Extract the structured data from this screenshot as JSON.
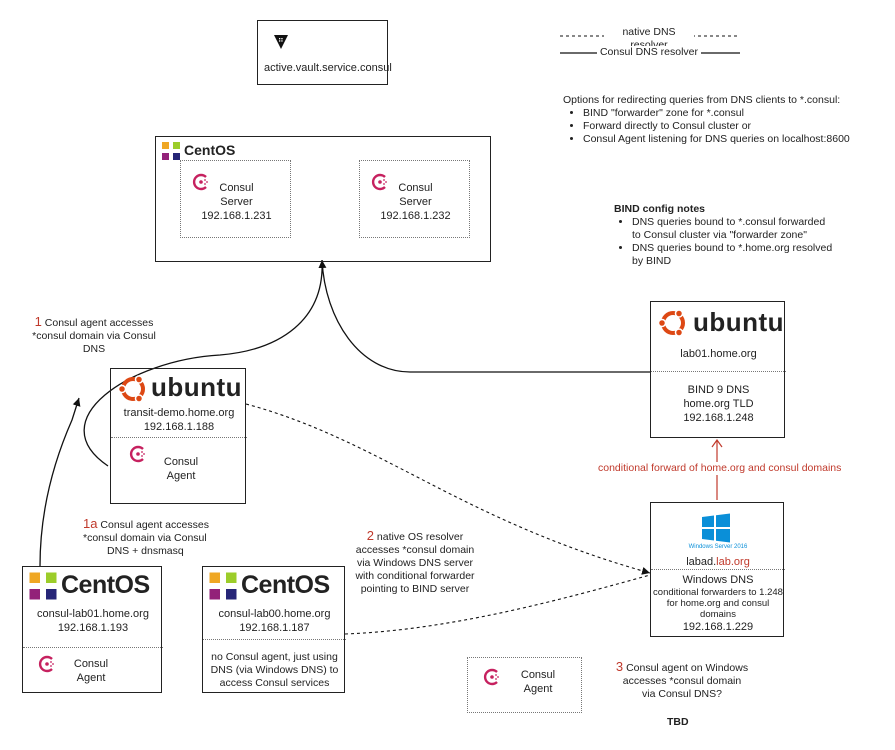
{
  "legend": {
    "native_label": "native DNS resolver",
    "consul_label": "Consul DNS resolver"
  },
  "vault": {
    "label": "active.vault.service.consul"
  },
  "options": {
    "title": "Options for redirecting queries from DNS clients to *.consul:",
    "items": [
      "BIND \"forwarder\" zone for *.consul",
      "Forward directly to Consul cluster or",
      "Consul Agent listening for DNS queries on localhost:8600"
    ]
  },
  "bind_notes": {
    "title": "BIND config notes",
    "items": [
      "DNS queries bound to *.consul forwarded to Consul cluster via \"forwarder zone\"",
      "DNS queries bound to *.home.org resolved by BIND"
    ]
  },
  "cluster": {
    "logo": "CentOS",
    "servers": [
      {
        "line1": "Consul",
        "line2": "Server",
        "ip": "192.168.1.231"
      },
      {
        "line1": "Consul",
        "line2": "Server",
        "ip": "192.168.1.232"
      }
    ]
  },
  "lab01": {
    "logo": "ubuntu",
    "host": "lab01.home.org",
    "svc1": "BIND 9 DNS",
    "svc2": "home.org TLD",
    "ip": "192.168.1.248"
  },
  "transit": {
    "logo": "ubuntu",
    "host": "transit-demo.home.org",
    "ip": "192.168.1.188",
    "agent1": "Consul",
    "agent2": "Agent"
  },
  "consul_lab01": {
    "logo": "CentOS",
    "host": "consul-lab01.home.org",
    "ip": "192.168.1.193",
    "agent1": "Consul",
    "agent2": "Agent"
  },
  "consul_lab00": {
    "logo": "CentOS",
    "host": "consul-lab00.home.org",
    "ip": "192.168.1.187",
    "desc1": "no Consul agent, just using",
    "desc2": "DNS (via Windows DNS) to",
    "desc3": "access Consul services"
  },
  "labad": {
    "winsub": "Windows Server 2016",
    "host_a": "labad.",
    "host_b": "lab.org",
    "svc": "Windows DNS",
    "desc1": "conditional forwarders to 1.248",
    "desc2": "for home.org and consul",
    "desc3": "domains",
    "ip": "192.168.1.229"
  },
  "win_agent": {
    "line1": "Consul",
    "line2": "Agent"
  },
  "notes": {
    "n1_num": "1",
    "n1_l1": "Consul agent accesses",
    "n1_l2": "*consul domain via Consul",
    "n1_l3": "DNS",
    "n1a_num": "1a",
    "n1a_l1": "Consul agent accesses",
    "n1a_l2": "*consul domain via Consul",
    "n1a_l3": "DNS + dnsmasq",
    "n2_num": "2",
    "n2_l1": "native OS resolver",
    "n2_l2": "accesses *consul domain",
    "n2_l3": "via Windows DNS server",
    "n2_l4": "with conditional forwarder",
    "n2_l5": "pointing to BIND server",
    "n3_num": "3",
    "n3_l1": "Consul agent on Windows",
    "n3_l2": "accesses *consul domain",
    "n3_l3": "via Consul DNS?",
    "tbd": "TBD",
    "cond_fwd": "conditional forward of home.org and consul domains"
  },
  "colors": {
    "consul_pink": "#c6215f",
    "accent_red": "#c0392b",
    "ubuntu_orange": "#dd4814",
    "windows_blue": "#0a8fd8"
  }
}
